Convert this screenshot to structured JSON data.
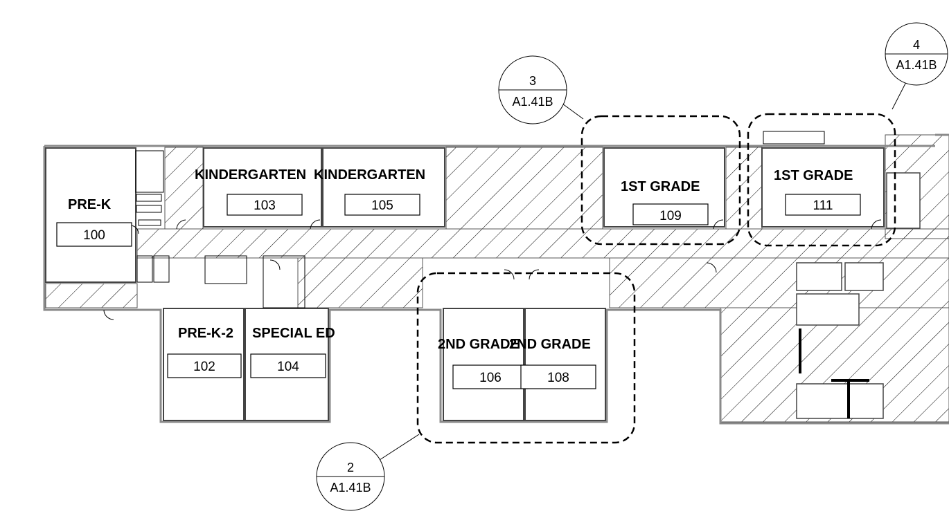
{
  "rooms": [
    {
      "name": "PRE-K",
      "number": "100"
    },
    {
      "name": "PRE-K-2",
      "number": "102"
    },
    {
      "name": "KINDERGARTEN",
      "number": "103"
    },
    {
      "name": "SPECIAL ED",
      "number": "104"
    },
    {
      "name": "KINDERGARTEN",
      "number": "105"
    },
    {
      "name": "2ND GRADE",
      "number": "106"
    },
    {
      "name": "2ND GRADE",
      "number": "108"
    },
    {
      "name": "1ST GRADE",
      "number": "109"
    },
    {
      "name": "1ST GRADE",
      "number": "111"
    }
  ],
  "callouts": [
    {
      "detail": "2",
      "sheet": "A1.41B"
    },
    {
      "detail": "3",
      "sheet": "A1.41B"
    },
    {
      "detail": "4",
      "sheet": "A1.41B"
    }
  ],
  "colors": {
    "line": "#000000",
    "wall": "#9a9a9a",
    "hatch": "#000000"
  }
}
